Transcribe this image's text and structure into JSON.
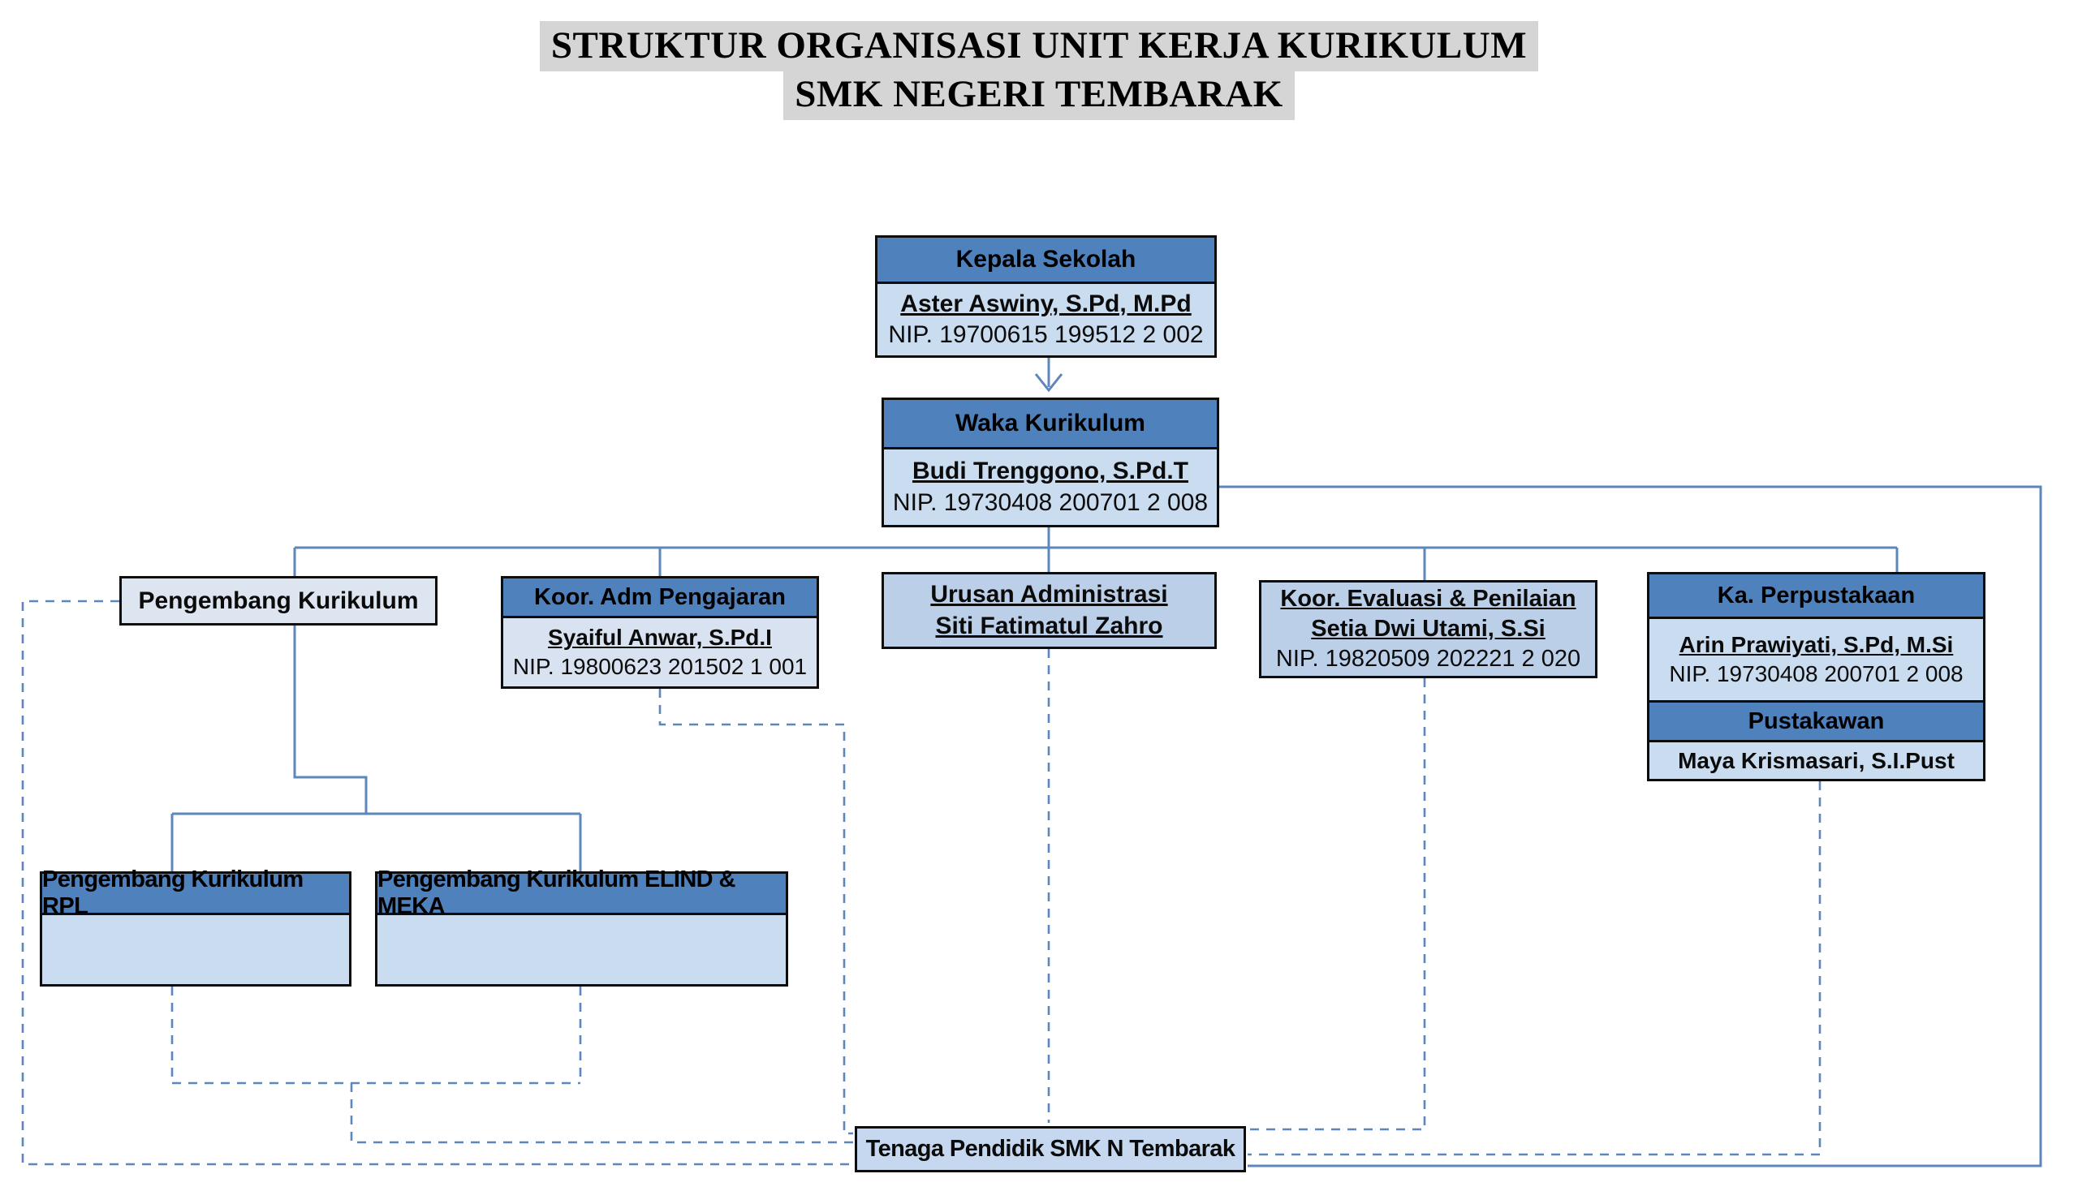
{
  "title": {
    "line1": "STRUKTUR ORGANISASI UNIT KERJA KURIKULUM",
    "line2": "SMK NEGERI TEMBARAK"
  },
  "colors": {
    "header_blue": "#4f81bd",
    "body_light_blue": "#cadcf0",
    "body_mid_blue": "#bccfe8",
    "body_pale_blue": "#dde5f0",
    "connector_blue": "#5d87bb",
    "title_highlight_gray": "#d5d5d5",
    "border_black": "#0d0d0d"
  },
  "boxes": {
    "kepala_sekolah": {
      "title": "Kepala Sekolah",
      "name": "Aster Aswiny, S.Pd, M.Pd",
      "nip": "NIP. 19700615 199512 2 002"
    },
    "waka_kurikulum": {
      "title": "Waka Kurikulum",
      "name": "Budi Trenggono, S.Pd.T",
      "nip": "NIP. 19730408 200701 2 008"
    },
    "pengembang_kurikulum": {
      "title": "Pengembang Kurikulum"
    },
    "koor_adm_pengajaran": {
      "title": "Koor. Adm Pengajaran",
      "name": "Syaiful Anwar, S.Pd.I",
      "nip": "NIP. 19800623 201502 1 001"
    },
    "urusan_administrasi": {
      "line1": "Urusan Administrasi",
      "line2": "Siti Fatimatul Zahro"
    },
    "koor_evaluasi_penilaian": {
      "title": "Koor. Evaluasi & Penilaian",
      "name": "Setia Dwi Utami, S.Si",
      "nip": "NIP. 19820509 202221 2 020"
    },
    "ka_perpustakaan": {
      "title": "Ka. Perpustakaan",
      "name": "Arin Prawiyati, S.Pd, M.Si",
      "nip": "NIP. 19730408 200701 2 008"
    },
    "pustakawan": {
      "title": "Pustakawan",
      "name": "Maya Krismasari, S.I.Pust"
    },
    "pengembang_kurikulum_rpl": {
      "title": "Pengembang Kurikulum RPL"
    },
    "pengembang_kurikulum_elind_meka": {
      "title": "Pengembang Kurikulum ELIND & MEKA"
    },
    "tenaga_pendidik": {
      "title": "Tenaga Pendidik SMK N Tembarak"
    }
  }
}
